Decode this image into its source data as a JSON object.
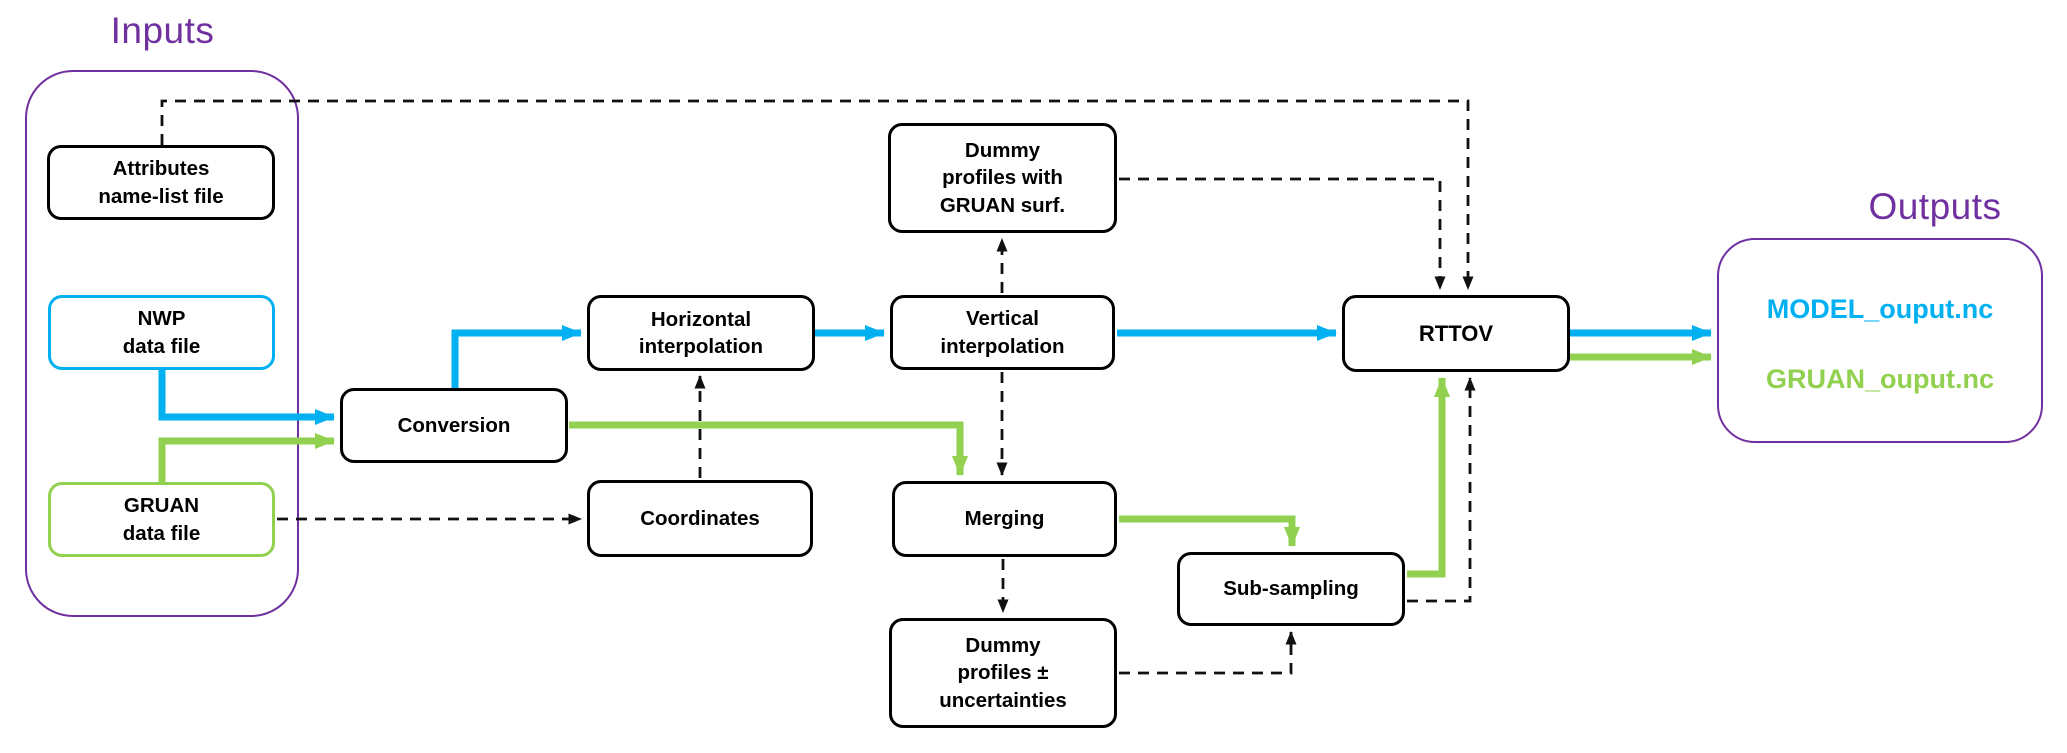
{
  "inputs_title": "Inputs",
  "outputs_title": "Outputs",
  "nodes": {
    "attributes": {
      "label": "Attributes\nname-list file"
    },
    "nwp": {
      "label": "NWP\ndata file"
    },
    "gruan": {
      "label": "GRUAN\ndata file"
    },
    "conversion": {
      "label": "Conversion"
    },
    "horizontal_interpolation": {
      "label": "Horizontal\ninterpolation"
    },
    "vertical_interpolation": {
      "label": "Vertical\ninterpolation"
    },
    "dummy_profiles_gruan_surf": {
      "label": "Dummy\nprofiles with\nGRUAN surf."
    },
    "coordinates": {
      "label": "Coordinates"
    },
    "merging": {
      "label": "Merging"
    },
    "sub_sampling": {
      "label": "Sub-sampling"
    },
    "dummy_profiles_uncertainties": {
      "label": "Dummy\nprofiles ±\nuncertainties"
    },
    "rttov": {
      "label": "RTTOV"
    }
  },
  "output_files": {
    "model": "MODEL_ouput.nc",
    "gruan": "GRUAN_ouput.nc"
  },
  "colors": {
    "blue": "#00B0F0",
    "green": "#92D050",
    "purple": "#7030A0",
    "ink": "#111111"
  },
  "edges": [
    {
      "from": "nwp",
      "to": "conversion",
      "style": "blue-solid"
    },
    {
      "from": "gruan",
      "to": "conversion",
      "style": "green-solid"
    },
    {
      "from": "conversion",
      "to": "horizontal_interpolation",
      "style": "blue-solid"
    },
    {
      "from": "horizontal_interpolation",
      "to": "vertical_interpolation",
      "style": "blue-solid"
    },
    {
      "from": "vertical_interpolation",
      "to": "rttov",
      "style": "blue-solid"
    },
    {
      "from": "rttov",
      "to": "model_output",
      "style": "blue-solid"
    },
    {
      "from": "rttov",
      "to": "gruan_output",
      "style": "green-solid"
    },
    {
      "from": "conversion",
      "to": "merging",
      "style": "green-solid"
    },
    {
      "from": "merging",
      "to": "sub_sampling",
      "style": "green-solid"
    },
    {
      "from": "sub_sampling",
      "to": "rttov",
      "style": "green-solid"
    },
    {
      "from": "attributes",
      "to": "rttov",
      "style": "black-dashed"
    },
    {
      "from": "gruan",
      "to": "coordinates",
      "style": "black-dashed"
    },
    {
      "from": "coordinates",
      "to": "horizontal_interpolation",
      "style": "black-dashed"
    },
    {
      "from": "vertical_interpolation",
      "to": "dummy_profiles_gruan_surf",
      "style": "black-dashed"
    },
    {
      "from": "vertical_interpolation",
      "to": "merging",
      "style": "black-dashed"
    },
    {
      "from": "merging",
      "to": "dummy_profiles_uncertainties",
      "style": "black-dashed"
    },
    {
      "from": "dummy_profiles_gruan_surf",
      "to": "rttov",
      "style": "black-dashed"
    },
    {
      "from": "dummy_profiles_uncertainties",
      "to": "sub_sampling",
      "style": "black-dashed"
    },
    {
      "from": "sub_sampling",
      "to": "rttov",
      "style": "black-dashed"
    }
  ]
}
